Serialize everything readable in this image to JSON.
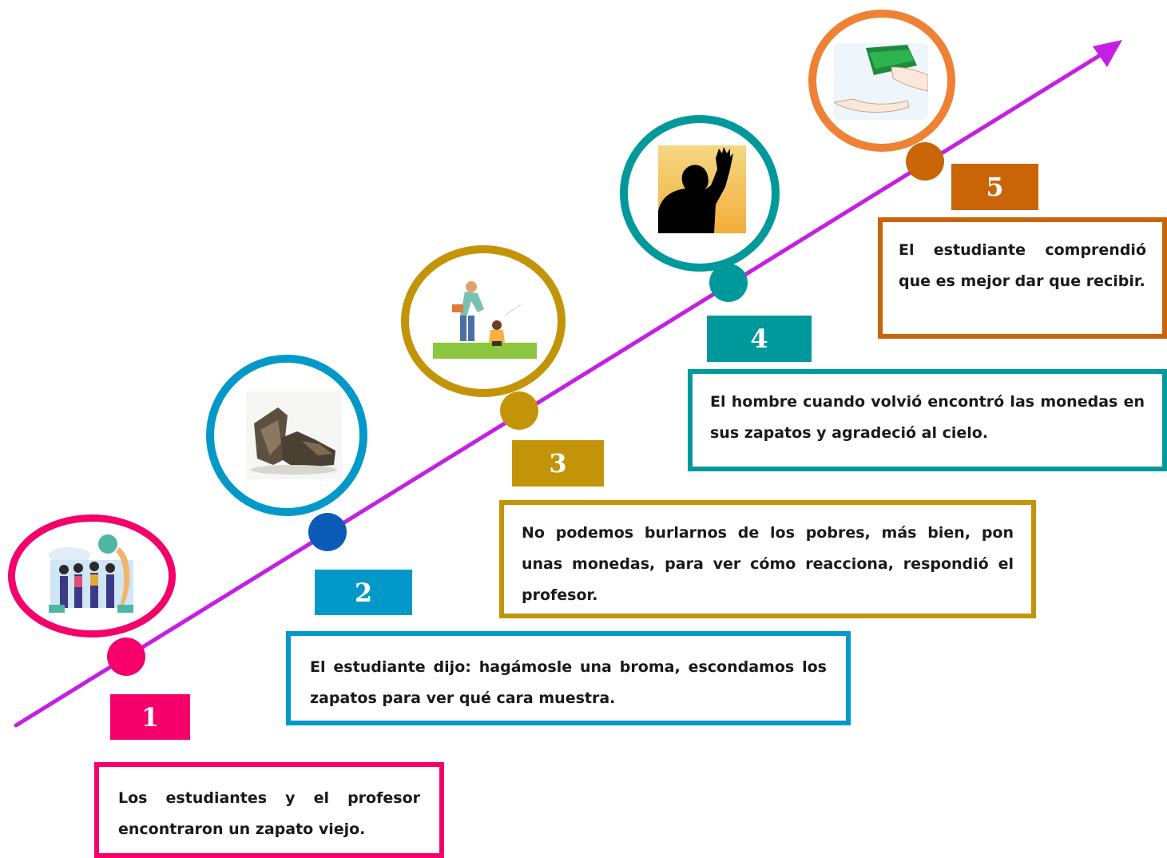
{
  "colors": {
    "line": "#c41fe4",
    "step1": "#f5006b",
    "step2": "#0299c9",
    "step3": "#c39408",
    "step4": "#00999b",
    "step5": "#c96506",
    "dot2": "#0a5cb8"
  },
  "steps": [
    {
      "number": "1",
      "text": "Los estudiantes y el profesor encontraron un zapato viejo.",
      "icon": "students-group-icon"
    },
    {
      "number": "2",
      "text": "El estudiante dijo: hagámosle una broma, escondamos los zapatos para ver qué cara muestra.",
      "icon": "old-shoes-icon"
    },
    {
      "number": "3",
      "text": "No podemos burlarnos de los pobres, más bien, pon unas monedas, para ver cómo reacciona, respondió el profesor.",
      "icon": "teacher-student-icon"
    },
    {
      "number": "4",
      "text": "El hombre cuando volvió encontró las monedas en sus zapatos y agradeció al cielo.",
      "icon": "waving-man-silhouette-icon"
    },
    {
      "number": "5",
      "text": "El estudiante comprendió que es mejor dar que recibir.",
      "icon": "money-hands-icon"
    }
  ]
}
